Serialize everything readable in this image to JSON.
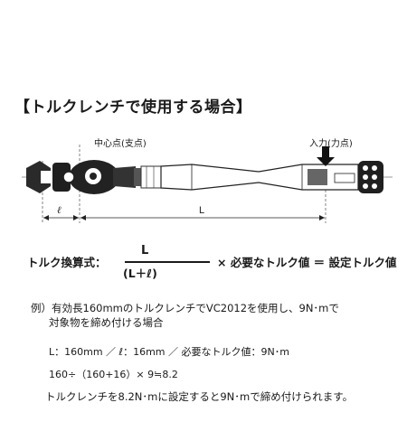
{
  "heading": "【トルクレンチで使用する場合】",
  "diagram": {
    "center_label": "中心点(支点)",
    "force_label": "入力(力点)",
    "dim_small": "ℓ",
    "dim_large": "L"
  },
  "formula": {
    "label": "トルク換算式：",
    "numerator": "L",
    "denominator": "(L＋ℓ)",
    "rest": "× 必要なトルク値 ＝ 設定トルク値"
  },
  "example": {
    "title": "例）有効長160mmのトルクレンチでVC2012を使用し、9N･mで",
    "title2": "対象物を締め付ける場合",
    "values": "L：160mm ／ ℓ：16mm ／ 必要なトルク値：9N･m",
    "calc": "160÷（160+16）× 9≒8.2",
    "result": "トルクレンチを8.2N･mに設定すると9N･mで締め付けられます。"
  }
}
